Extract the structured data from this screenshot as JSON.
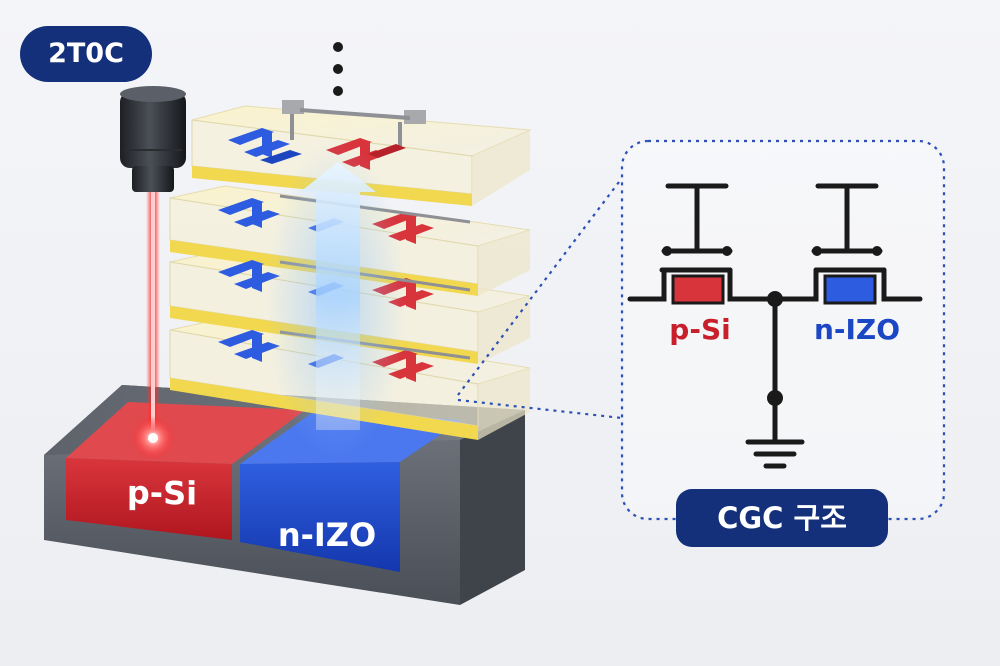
{
  "badge": {
    "text": "2T0C"
  },
  "base": {
    "left_material": "p-Si",
    "right_material": "n-IZO"
  },
  "circuit": {
    "left_label": "p-Si",
    "right_label": "n-IZO"
  },
  "caption": {
    "text": "CGC 구조"
  },
  "colors": {
    "navy": "#14307a",
    "p_si_red": "#c8202a",
    "n_izo_blue": "#1c47c4",
    "layer_yellow": "#f2e59a",
    "laser": "#ff2a2a"
  },
  "icons": [
    "laser-source-icon",
    "ground-icon",
    "ellipsis-icon"
  ]
}
